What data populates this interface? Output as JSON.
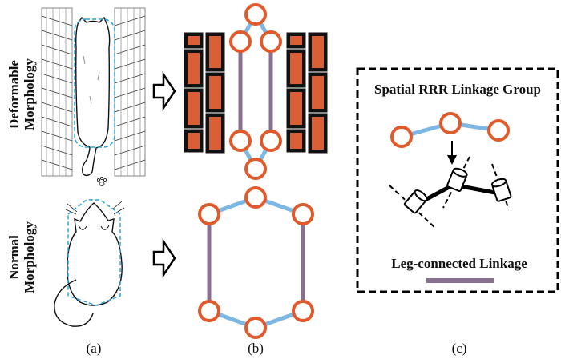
{
  "labels": {
    "deformable_line1": "Deformable",
    "deformable_line2": "Morphology",
    "normal_line1": "Normal",
    "normal_line2": "Morphology",
    "panel_a": "(a)",
    "panel_b": "(b)",
    "panel_c": "(c)"
  },
  "legend_box": {
    "title": "Spatial RRR Linkage Group",
    "leg_label": "Leg-connected Linkage"
  },
  "colors": {
    "joint_ring": "#e05a2b",
    "short_link": "#7db7e3",
    "leg_link": "#8a7090",
    "brick_fill": "#d95f37",
    "brick_border": "#111111",
    "outline_dashed": "#2aa6dc"
  },
  "icons": {
    "arrow_deformable": "hollow-right-arrow",
    "arrow_normal": "hollow-right-arrow",
    "down_arrow": "down-arrow"
  }
}
